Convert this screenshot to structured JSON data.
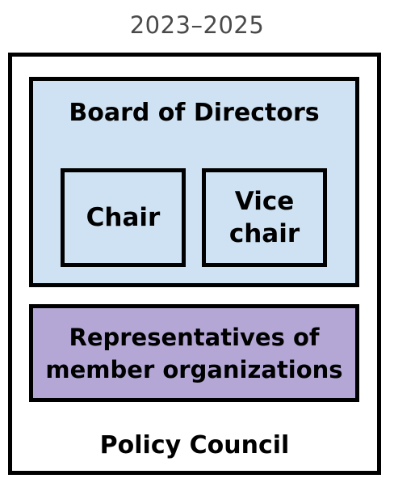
{
  "period": "2023–2025",
  "policy_council": {
    "label": "Policy Council",
    "fill": "#ffffff",
    "board": {
      "label": "Board of Directors",
      "fill": "#cfe2f3",
      "roles": [
        {
          "label": "Chair"
        },
        {
          "label": "Vice\nchair"
        }
      ]
    },
    "representatives": {
      "label": "Representatives of\nmember organizations",
      "fill": "#b4a7d6"
    }
  }
}
